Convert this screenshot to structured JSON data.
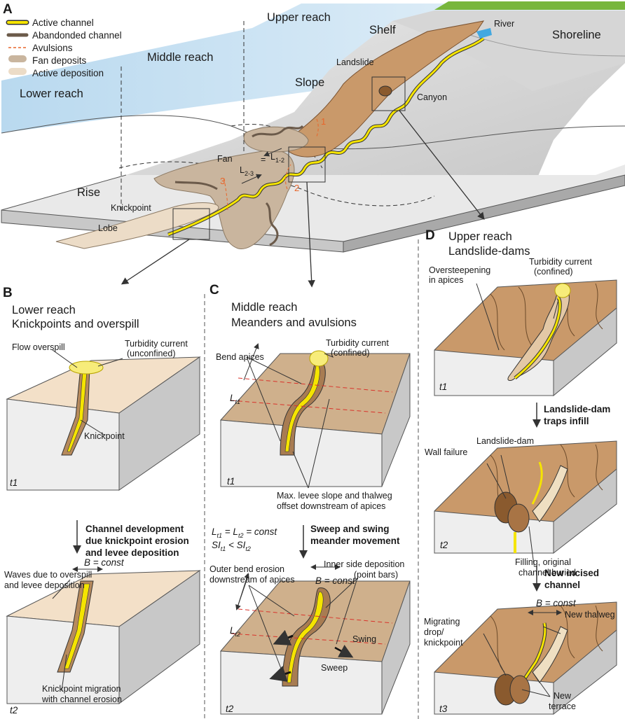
{
  "panels": {
    "A": {
      "letter": "A",
      "legend": [
        "Active channel",
        "Abandonded channel",
        "Avulsions",
        "Fan deposits",
        "Active deposition"
      ],
      "labels": {
        "upper_reach": "Upper reach",
        "middle_reach": "Middle reach",
        "lower_reach": "Lower reach",
        "shelf": "Shelf",
        "river": "River",
        "shoreline": "Shoreline",
        "landslide": "Landslide",
        "slope": "Slope",
        "canyon": "Canyon",
        "fan": "Fan",
        "rise": "Rise",
        "knickpoint": "Knickpoint",
        "lobe": "Lobe",
        "avulsion_1": "1",
        "avulsion_2": "2",
        "avulsion_3": "3",
        "l23": "L",
        "l23_sub": "2-3",
        "leq": "=",
        "l12": "L",
        "l12_sub": "1-2"
      }
    },
    "B": {
      "letter": "B",
      "title1": "Lower reach",
      "title2": "Knickpoints and overspill",
      "flow_overspill": "Flow overspill",
      "turbidity1": "Turbidity current",
      "turbidity2": "(unconfined)",
      "knickpoint": "Knickpoint",
      "t1": "t1",
      "dev1": "Channel development",
      "dev2": "due knickpoint erosion",
      "dev3": "and levee deposition",
      "waves1": "Waves due to overspill",
      "waves2": "and levee deposition",
      "bconst": "B = const",
      "mig1": "Knickpoint migration",
      "mig2": "with channel erosion",
      "t2": "t2"
    },
    "C": {
      "letter": "C",
      "title1": "Middle reach",
      "title2": "Meanders and avulsions",
      "bend": "Bend apices",
      "turbidity1": "Turbidity current",
      "turbidity2": "(confined)",
      "lt1": "L",
      "lt1_sub": "t1",
      "t1": "t1",
      "max1": "Max. levee slope and thalweg",
      "max2": "offset downstream of apices",
      "eq1": "L",
      "eq1_sub1": "t1",
      "eq1_mid": " = L",
      "eq1_sub2": "t2",
      "eq1_end": " = const",
      "eq2": "SI",
      "eq2_sub1": "t1",
      "eq2_mid": " < SI",
      "eq2_sub2": "t2",
      "sweep1": "Sweep and swing",
      "sweep2": "meander movement",
      "outer1": "Outer bend erosion",
      "outer2": "downstream of apices",
      "inner1": "Inner side deposition",
      "inner2": "(point bars)",
      "bconst": "B = const",
      "lt2": "L",
      "lt2_sub": "t2",
      "swing": "Swing",
      "sweep": "Sweep",
      "t2": "t2"
    },
    "D": {
      "letter": "D",
      "title1": "Upper reach",
      "title2": "Landslide-dams",
      "over1": "Oversteepening",
      "over2": "in apices",
      "turbidity1": "Turbidity current",
      "turbidity2": "(confined)",
      "t1": "t1",
      "trap1": "Landslide-dam",
      "trap2": "traps infill",
      "ldam": "Landslide-dam",
      "wall": "Wall failure",
      "t2": "t2",
      "fill1": "Filling, original",
      "fill2": "channel buried",
      "new1": "New incised",
      "new2": "channel",
      "bconst": "B = const",
      "thalweg": "New thalweg",
      "mig1": "Migrating",
      "mig2": "drop/",
      "mig3": "knickpoint",
      "terr1": "New",
      "terr2": "terrace",
      "t3": "t3"
    }
  }
}
